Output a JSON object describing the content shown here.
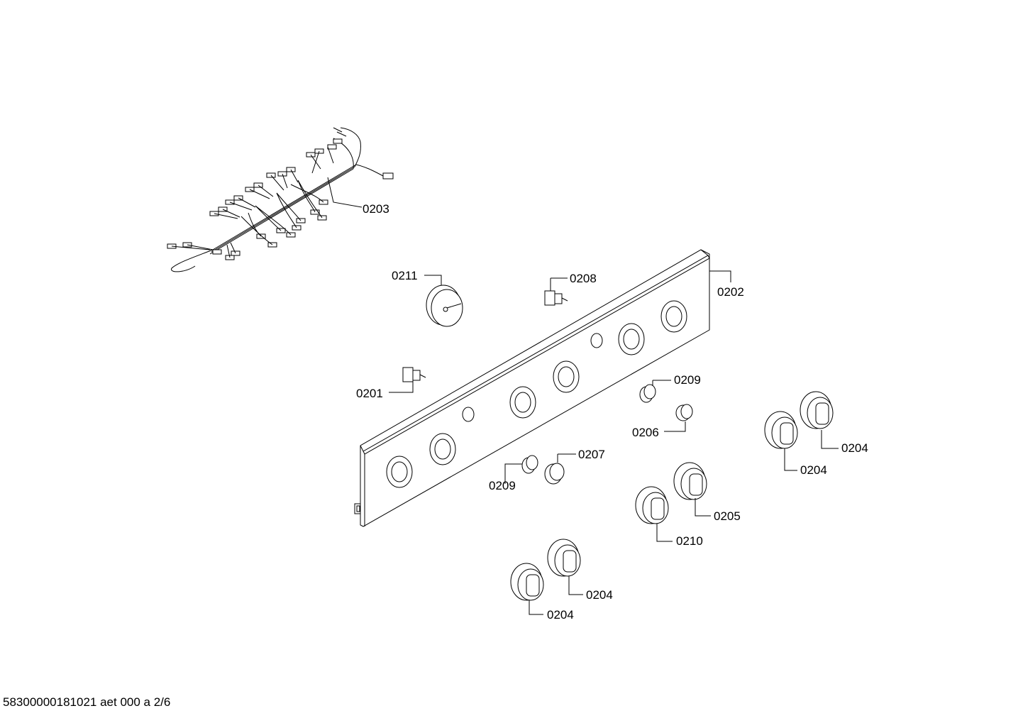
{
  "labels": {
    "l0203": "0203",
    "l0211": "0211",
    "l0208": "0208",
    "l0202": "0202",
    "l0201": "0201",
    "l0209a": "0209",
    "l0206": "0206",
    "l0204a": "0204",
    "l0204b": "0204",
    "l0207": "0207",
    "l0209b": "0209",
    "l0205": "0205",
    "l0210": "0210",
    "l0204c": "0204",
    "l0204d": "0204"
  },
  "footer": "58300000181021 aet 000 a 2/6",
  "parts": [
    "wiring-harness",
    "control-panel",
    "rotary-switch",
    "cable-clip",
    "cable-clip-small",
    "knob-adapter",
    "spindle-sleeve",
    "control-knob"
  ]
}
